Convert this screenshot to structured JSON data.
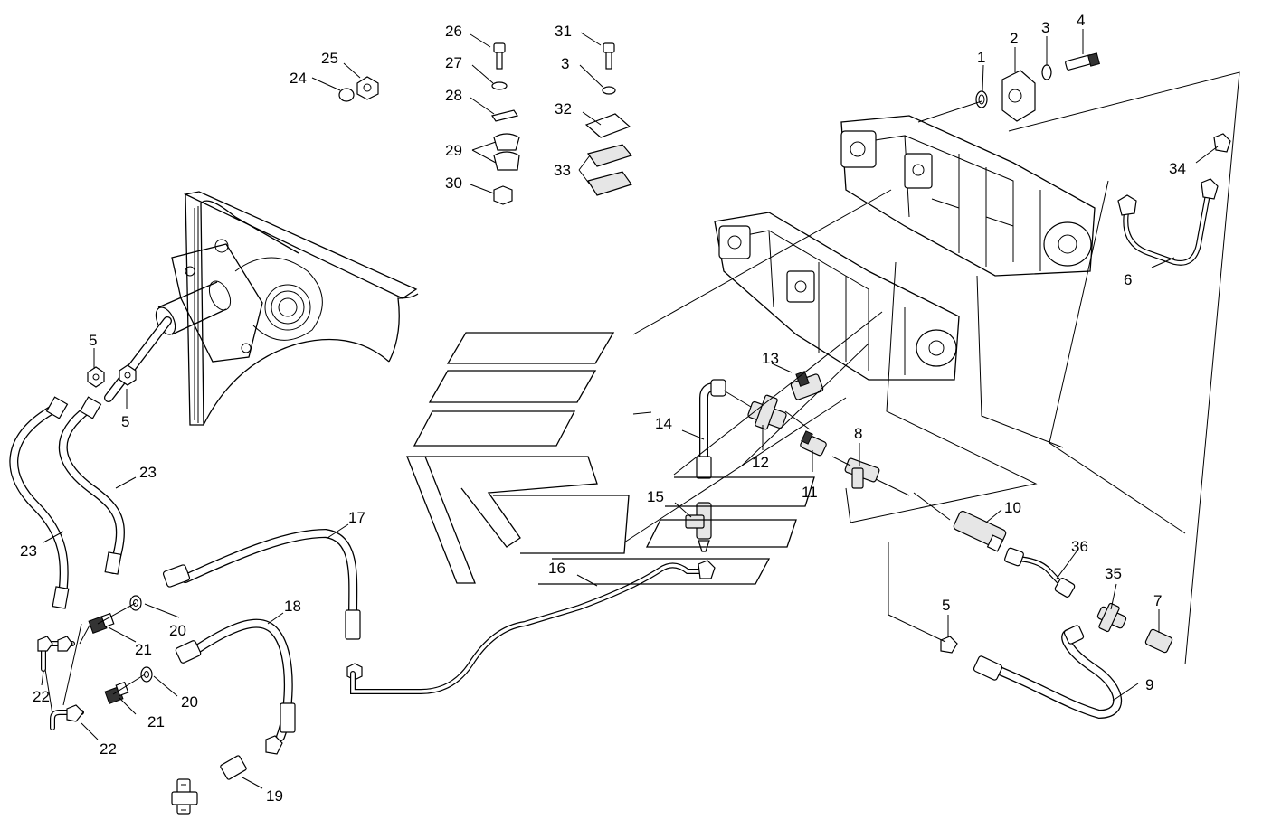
{
  "callouts": [
    {
      "id": "c1",
      "text": "1"
    },
    {
      "id": "c2",
      "text": "2"
    },
    {
      "id": "c3a",
      "text": "3"
    },
    {
      "id": "c4",
      "text": "4"
    },
    {
      "id": "c5a",
      "text": "5"
    },
    {
      "id": "c5b",
      "text": "5"
    },
    {
      "id": "c5c",
      "text": "5"
    },
    {
      "id": "c6",
      "text": "6"
    },
    {
      "id": "c7",
      "text": "7"
    },
    {
      "id": "c8",
      "text": "8"
    },
    {
      "id": "c9",
      "text": "9"
    },
    {
      "id": "c10",
      "text": "10"
    },
    {
      "id": "c11",
      "text": "11"
    },
    {
      "id": "c12",
      "text": "12"
    },
    {
      "id": "c13",
      "text": "13"
    },
    {
      "id": "c14",
      "text": "14"
    },
    {
      "id": "c15",
      "text": "15"
    },
    {
      "id": "c16",
      "text": "16"
    },
    {
      "id": "c17",
      "text": "17"
    },
    {
      "id": "c18",
      "text": "18"
    },
    {
      "id": "c19",
      "text": "19"
    },
    {
      "id": "c20a",
      "text": "20"
    },
    {
      "id": "c20b",
      "text": "20"
    },
    {
      "id": "c21a",
      "text": "21"
    },
    {
      "id": "c21b",
      "text": "21"
    },
    {
      "id": "c22a",
      "text": "22"
    },
    {
      "id": "c22b",
      "text": "22"
    },
    {
      "id": "c23a",
      "text": "23"
    },
    {
      "id": "c23b",
      "text": "23"
    },
    {
      "id": "c24",
      "text": "24"
    },
    {
      "id": "c25",
      "text": "25"
    },
    {
      "id": "c26",
      "text": "26"
    },
    {
      "id": "c27",
      "text": "27"
    },
    {
      "id": "c28",
      "text": "28"
    },
    {
      "id": "c29",
      "text": "29"
    },
    {
      "id": "c30",
      "text": "30"
    },
    {
      "id": "c31",
      "text": "31"
    },
    {
      "id": "c3b",
      "text": "3"
    },
    {
      "id": "c32",
      "text": "32"
    },
    {
      "id": "c33",
      "text": "33"
    },
    {
      "id": "c34",
      "text": "34"
    },
    {
      "id": "c35",
      "text": "35"
    },
    {
      "id": "c36",
      "text": "36"
    }
  ]
}
